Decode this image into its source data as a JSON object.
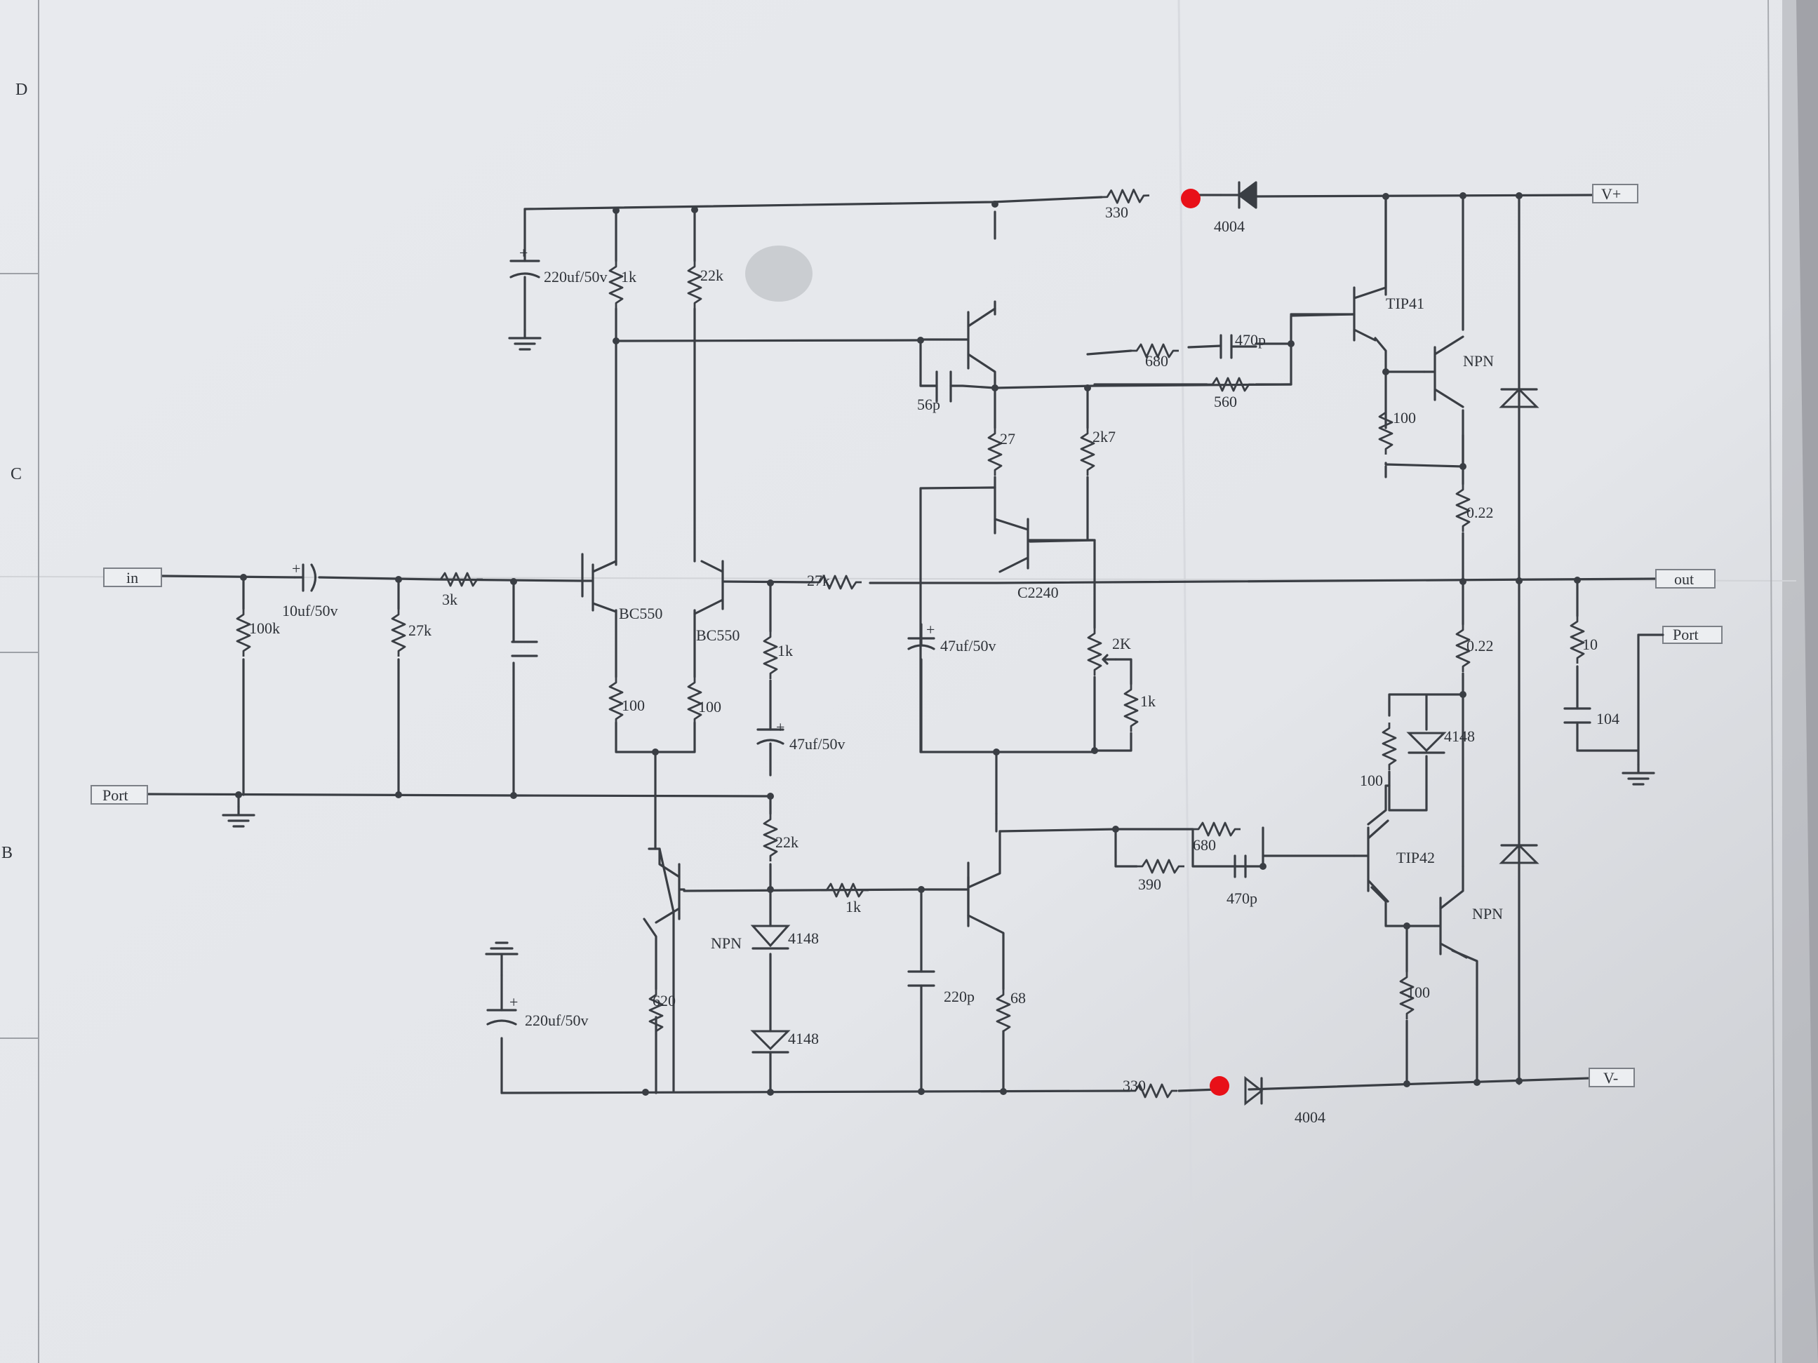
{
  "sheet": {
    "zones": [
      "D",
      "C",
      "B"
    ],
    "colors": {
      "ink": "#3a3e44",
      "paper": "#e6e8ec",
      "marker": "#e81018"
    }
  },
  "ports": {
    "in": "in",
    "out": "out",
    "vplus": "V+",
    "vminus": "V-",
    "port_left": "Port",
    "port_right": "Port"
  },
  "labels": {
    "r330_top": "330",
    "d4004_top": "4004",
    "c220_top": "220uf/50v",
    "r1k_top": "1k",
    "r22k_top": "22k",
    "c56p": "56p",
    "r27": "27",
    "r2k7": "2k7",
    "r680_top": "680",
    "c470p_top": "470p",
    "r560": "560",
    "q_tip41": "TIP41",
    "q_npn_top": "NPN",
    "r100_top": "100",
    "r022_top": "0.22",
    "c10uf": "10uf/50v",
    "r100k": "100k",
    "r27k_in": "27k",
    "r3k": "3k",
    "q_bc550_a": "BC550",
    "q_bc550_b": "BC550",
    "r27k_fb": "27k",
    "q_c2240": "C2240",
    "c47_mid": "47uf/50v",
    "pot2k": "2K",
    "r1k_pot": "1k",
    "r1k_mid": "1k",
    "r100_a": "100",
    "r100_b": "100",
    "c47_low": "47uf/50v",
    "r022_bot": "0.22",
    "r10": "10",
    "c104": "104",
    "d4148_a": "4148",
    "r100_mid": "100",
    "r22k_low": "22k",
    "r680_bot": "680",
    "r390": "390",
    "c470p_bot": "470p",
    "q_tip42": "TIP42",
    "r1k_low": "1k",
    "q_npn_label": "NPN",
    "d4148_b": "4148",
    "d4148_c": "4148",
    "q_npn_bot": "NPN",
    "c220p": "220p",
    "r620": "620",
    "r68": "68",
    "r100_bot": "100",
    "c220_bot": "220uf/50v",
    "r330_bot": "330",
    "d4004_bot": "4004"
  }
}
